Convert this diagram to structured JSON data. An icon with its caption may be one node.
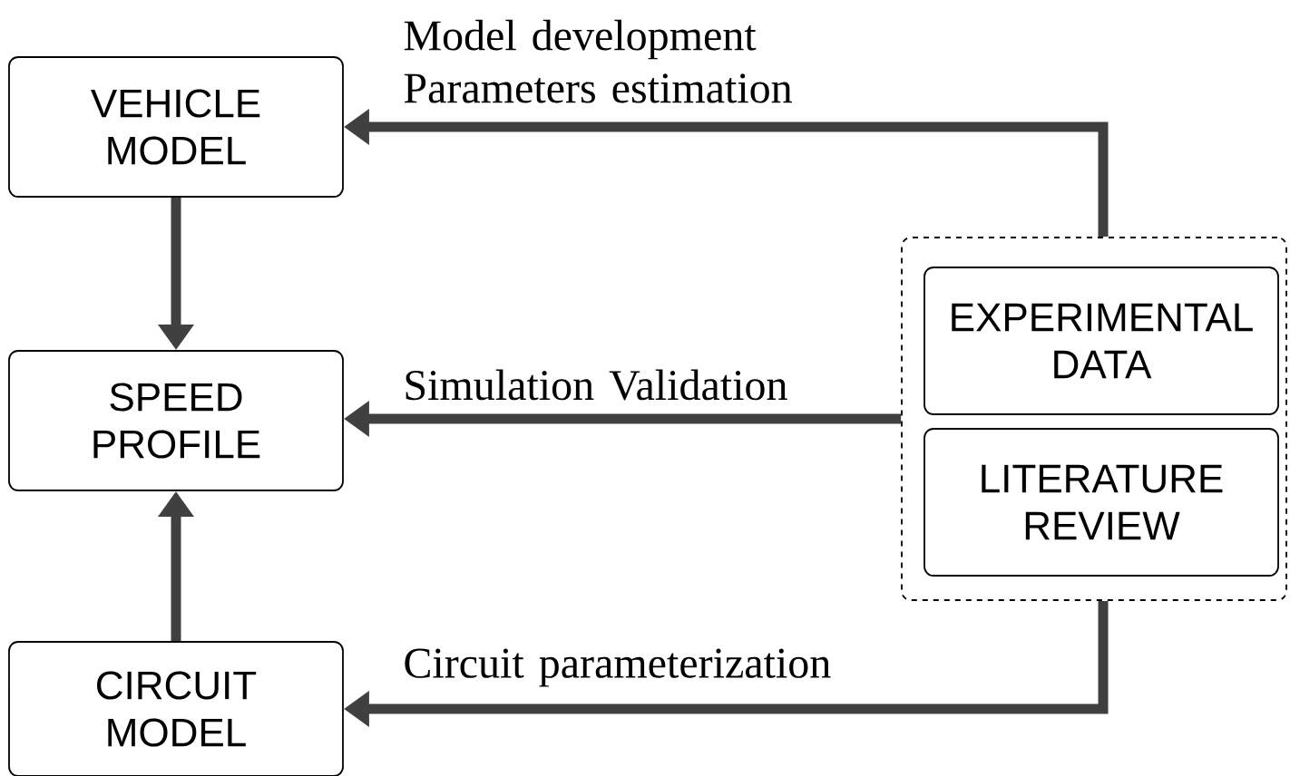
{
  "diagram": {
    "nodes": [
      {
        "text": [
          "VEHICLE MODEL"
        ]
      },
      {
        "text": [
          "SPEED PROFILE"
        ]
      },
      {
        "text": [
          "CIRCUIT MODEL"
        ]
      },
      {
        "text": [],
        "shape": "box"
      },
      {
        "text": [
          "EXPERIMENTAL DATA"
        ],
        "in": 3
      },
      {
        "text": [
          "LITERATURE REVIEW"
        ],
        "in": 3
      }
    ],
    "edges": [
      {
        "from": 0,
        "to": 1,
        "arrow": "to"
      },
      {
        "from": 2,
        "to": 1,
        "arrow": "to"
      },
      {
        "from": 3,
        "to": 0,
        "arrow": "to",
        "label": "Model development Parameters estimation"
      },
      {
        "from": 3,
        "to": 1,
        "arrow": "to",
        "label": "Simulation Validation"
      },
      {
        "from": 3,
        "to": 2,
        "arrow": "to",
        "label": "Circuit parameterization"
      }
    ]
  }
}
